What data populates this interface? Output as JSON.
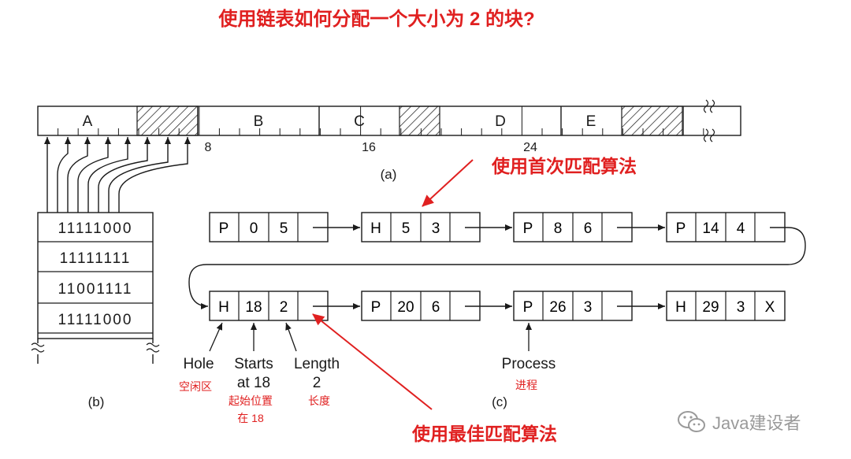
{
  "title": "使用链表如何分配一个大小为 2 的块?",
  "colors": {
    "accent": "#e02020",
    "ink": "#1a1a1a",
    "watermark": "#9a9a9a"
  },
  "memory_strip": {
    "segments": [
      "A",
      "B",
      "C",
      "D",
      "E"
    ],
    "ticks": [
      "8",
      "16",
      "24"
    ],
    "caption": "(a)"
  },
  "bitmap": {
    "rows": [
      "11111000",
      "11111111",
      "11001111",
      "11111000"
    ],
    "caption": "(b)"
  },
  "linked_list": {
    "caption": "(c)",
    "nodes": [
      {
        "type": "P",
        "start": "0",
        "length": "5",
        "next": ""
      },
      {
        "type": "H",
        "start": "5",
        "length": "3",
        "next": ""
      },
      {
        "type": "P",
        "start": "8",
        "length": "6",
        "next": ""
      },
      {
        "type": "P",
        "start": "14",
        "length": "4",
        "next": ""
      },
      {
        "type": "H",
        "start": "18",
        "length": "2",
        "next": ""
      },
      {
        "type": "P",
        "start": "20",
        "length": "6",
        "next": ""
      },
      {
        "type": "P",
        "start": "26",
        "length": "3",
        "next": ""
      },
      {
        "type": "H",
        "start": "29",
        "length": "3",
        "next": "X"
      }
    ]
  },
  "labels": {
    "hole": "Hole",
    "hole_cn": "空闲区",
    "starts_line1": "Starts",
    "starts_line2": "at 18",
    "starts_cn_line1": "起始位置",
    "starts_cn_line2": "在 18",
    "length_line1": "Length",
    "length_line2": "2",
    "length_cn": "长度",
    "process": "Process",
    "process_cn": "进程"
  },
  "annotations": {
    "first_fit": "使用首次匹配算法",
    "best_fit": "使用最佳匹配算法"
  },
  "watermark": {
    "text": "Java建设者",
    "icon": "wechat-icon"
  }
}
